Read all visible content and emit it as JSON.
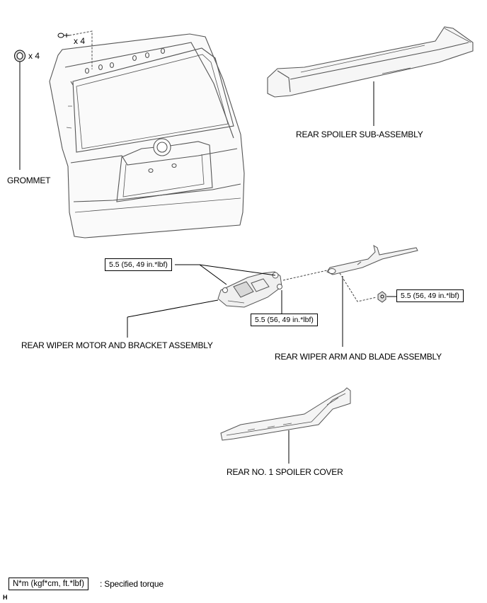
{
  "labels": {
    "grommet": "GROMMET",
    "rear_spoiler": "REAR SPOILER SUB-ASSEMBLY",
    "wiper_motor": "REAR WIPER MOTOR AND BRACKET ASSEMBLY",
    "wiper_arm": "REAR WIPER ARM AND BLADE ASSEMBLY",
    "spoiler_cover": "REAR NO. 1 SPOILER COVER"
  },
  "quantities": {
    "clip": "x 4",
    "grommet": "x 4"
  },
  "torques": {
    "motor_upper": "5.5 (56, 49 in.*lbf)",
    "motor_lower": "5.5 (56, 49 in.*lbf)",
    "arm_nut": "5.5 (56, 49 in.*lbf)"
  },
  "legend": {
    "unit_box": "N*m (kgf*cm, ft.*lbf)",
    "description": ": Specified torque"
  },
  "figure_letter": "H"
}
